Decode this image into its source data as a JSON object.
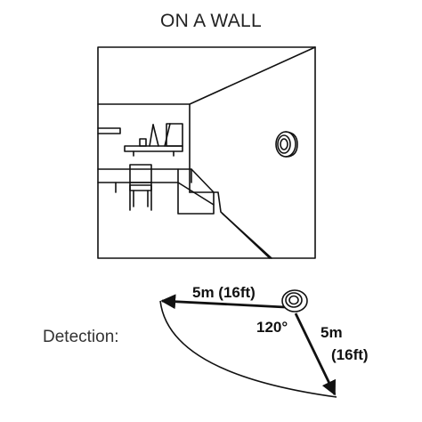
{
  "title": "ON A WALL",
  "detection": {
    "label": "Detection:",
    "range_left": "5m (16ft)",
    "angle": "120°",
    "range_right_line1": "5m",
    "range_right_line2": "(16ft)"
  },
  "colors": {
    "line": "#111111",
    "background": "#ffffff"
  },
  "icons": [
    "motion-sensor-icon",
    "picture-frame-icon",
    "chair-icon",
    "desk-icon",
    "shelf-icon"
  ]
}
